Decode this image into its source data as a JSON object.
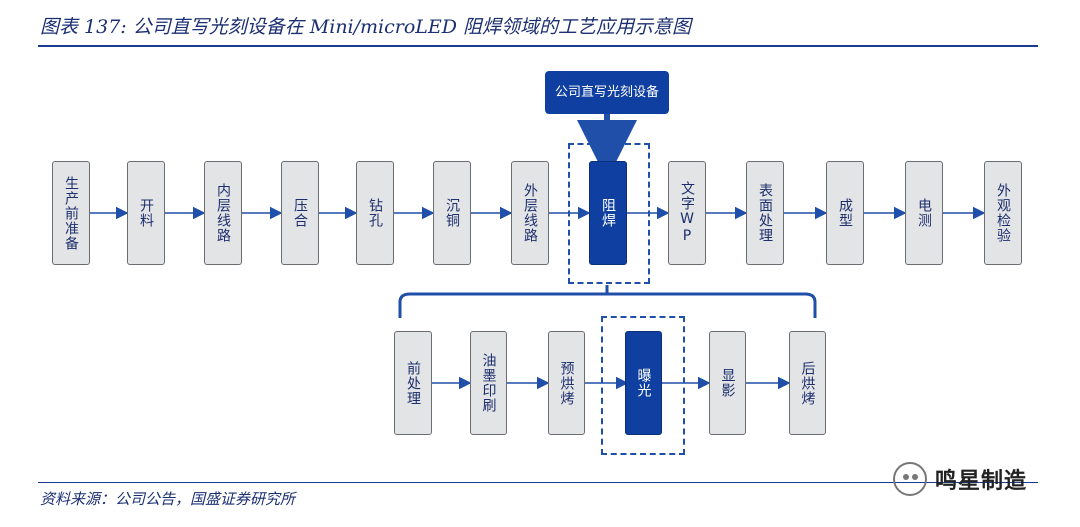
{
  "header": {
    "title": "图表 137: 公司直写光刻设备在 Mini/microLED 阻焊领域的工艺应用示意图"
  },
  "device": {
    "label": "公司直写光刻设备"
  },
  "top_flow": [
    {
      "id": "step1",
      "label": "生产前准备"
    },
    {
      "id": "step2",
      "label": "开料"
    },
    {
      "id": "step3",
      "label": "内层线路"
    },
    {
      "id": "step4",
      "label": "压合"
    },
    {
      "id": "step5",
      "label": "钻孔"
    },
    {
      "id": "step6",
      "label": "沉铜"
    },
    {
      "id": "step7",
      "label": "外层线路"
    },
    {
      "id": "step8",
      "label": "阻焊"
    },
    {
      "id": "step9",
      "label": "文字WP"
    },
    {
      "id": "step10",
      "label": "表面处理"
    },
    {
      "id": "step11",
      "label": "成型"
    },
    {
      "id": "step12",
      "label": "电测"
    },
    {
      "id": "step13",
      "label": "外观检验"
    }
  ],
  "sub_flow": [
    {
      "id": "sub1",
      "label": "前处理"
    },
    {
      "id": "sub2",
      "label": "油墨印刷"
    },
    {
      "id": "sub3",
      "label": "预烘烤"
    },
    {
      "id": "sub4",
      "label": "曝光"
    },
    {
      "id": "sub5",
      "label": "显影"
    },
    {
      "id": "sub6",
      "label": "后烘烤"
    }
  ],
  "footer": {
    "source": "资料来源：公司公告，国盛证券研究所",
    "watermark": "鸣星制造"
  },
  "colors": {
    "primary": "#0f3fa0",
    "box_fill": "#e3e4e6",
    "text": "#1d2f6d",
    "rule": "#1b3a93"
  }
}
